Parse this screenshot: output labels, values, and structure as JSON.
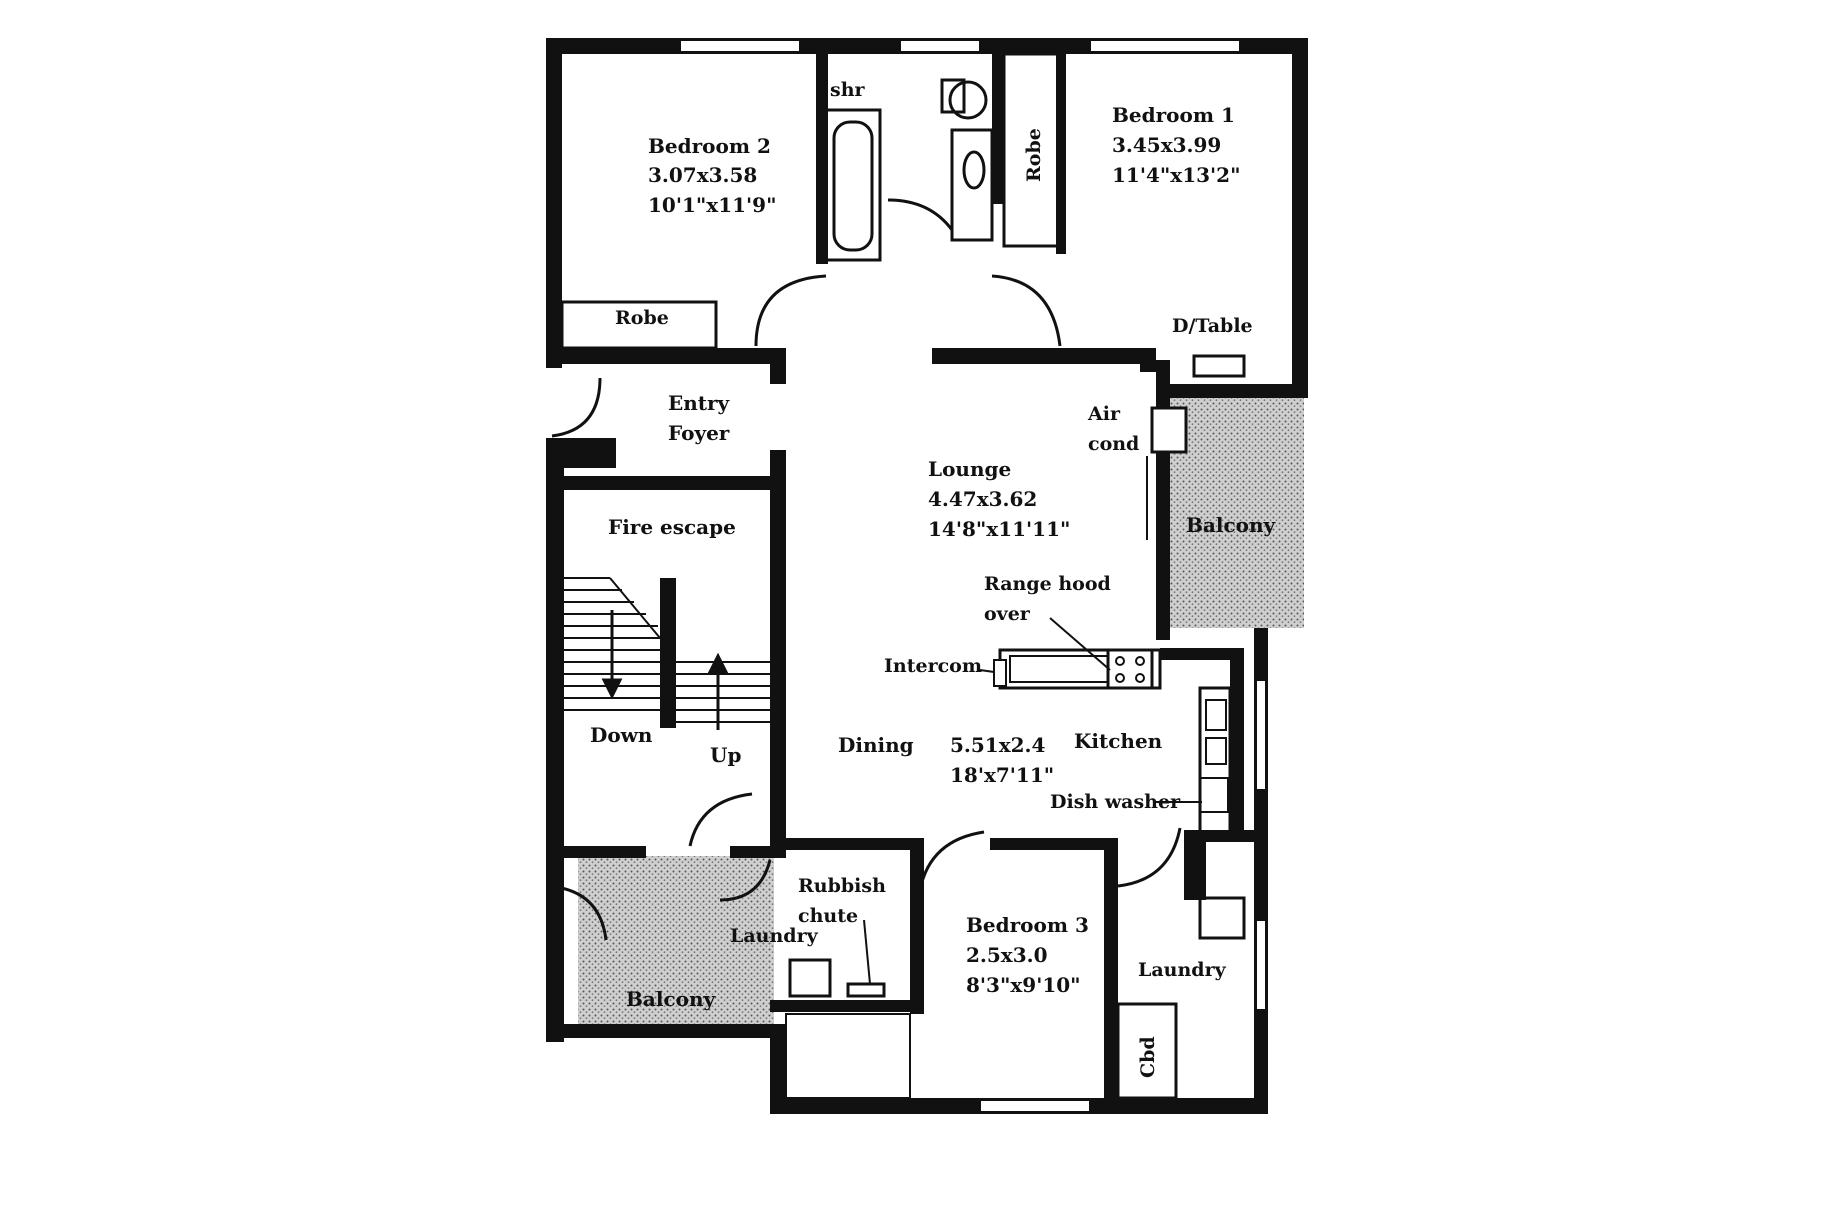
{
  "rooms": {
    "bedroom2": {
      "name": "Bedroom 2",
      "metric": "3.07x3.58",
      "imperial": "10'1\"x11'9\""
    },
    "bedroom1": {
      "name": "Bedroom 1",
      "metric": "3.45x3.99",
      "imperial": "11'4\"x13'2\""
    },
    "lounge": {
      "name": "Lounge",
      "metric": "4.47x3.62",
      "imperial": "14'8\"x11'11\""
    },
    "bedroom3": {
      "name": "Bedroom 3",
      "metric": "2.5x3.0",
      "imperial": "8'3\"x9'10\""
    },
    "dining_kitchen": {
      "dining": "Dining",
      "kitchen": "Kitchen",
      "metric": "5.51x2.4",
      "imperial": "18'x7'11\""
    },
    "entry": {
      "line1": "Entry",
      "line2": "Foyer"
    },
    "fire_escape": "Fire escape",
    "balcony_right": "Balcony",
    "balcony_left": "Balcony",
    "laundry_left": "Laundry",
    "laundry_right": "Laundry"
  },
  "fixtures": {
    "shr": "shr",
    "robe_bed1": "Robe",
    "robe_bed2": "Robe",
    "dtable": "D/Table",
    "air_cond": {
      "line1": "Air",
      "line2": "cond"
    },
    "range_hood": {
      "line1": "Range hood",
      "line2": "over"
    },
    "intercom": "Intercom",
    "dish_washer": "Dish washer",
    "rubbish_chute": {
      "line1": "Rubbish",
      "line2": "chute"
    },
    "cbd": "Cbd"
  },
  "stairs": {
    "down": "Down",
    "up": "Up"
  }
}
